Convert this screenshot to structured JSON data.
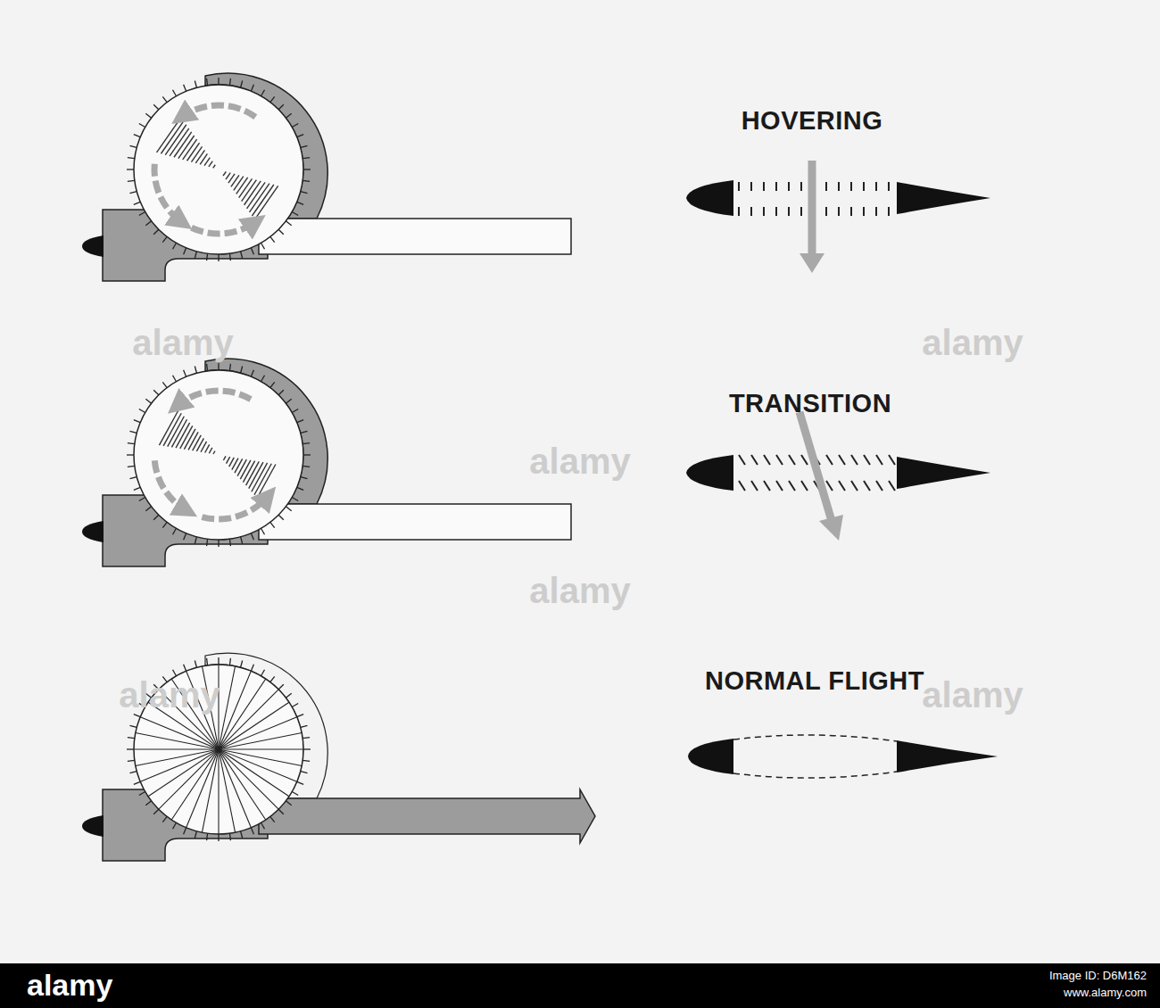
{
  "diagram": {
    "labels": [
      "HOVERING",
      "TRANSITION",
      "NORMAL FLIGHT",
      "alamy",
      "alamy",
      "alamy",
      "alamy",
      "alamy",
      "alamy",
      "alamy",
      "Image ID: D6M162",
      "www.alamy.com"
    ]
  }
}
